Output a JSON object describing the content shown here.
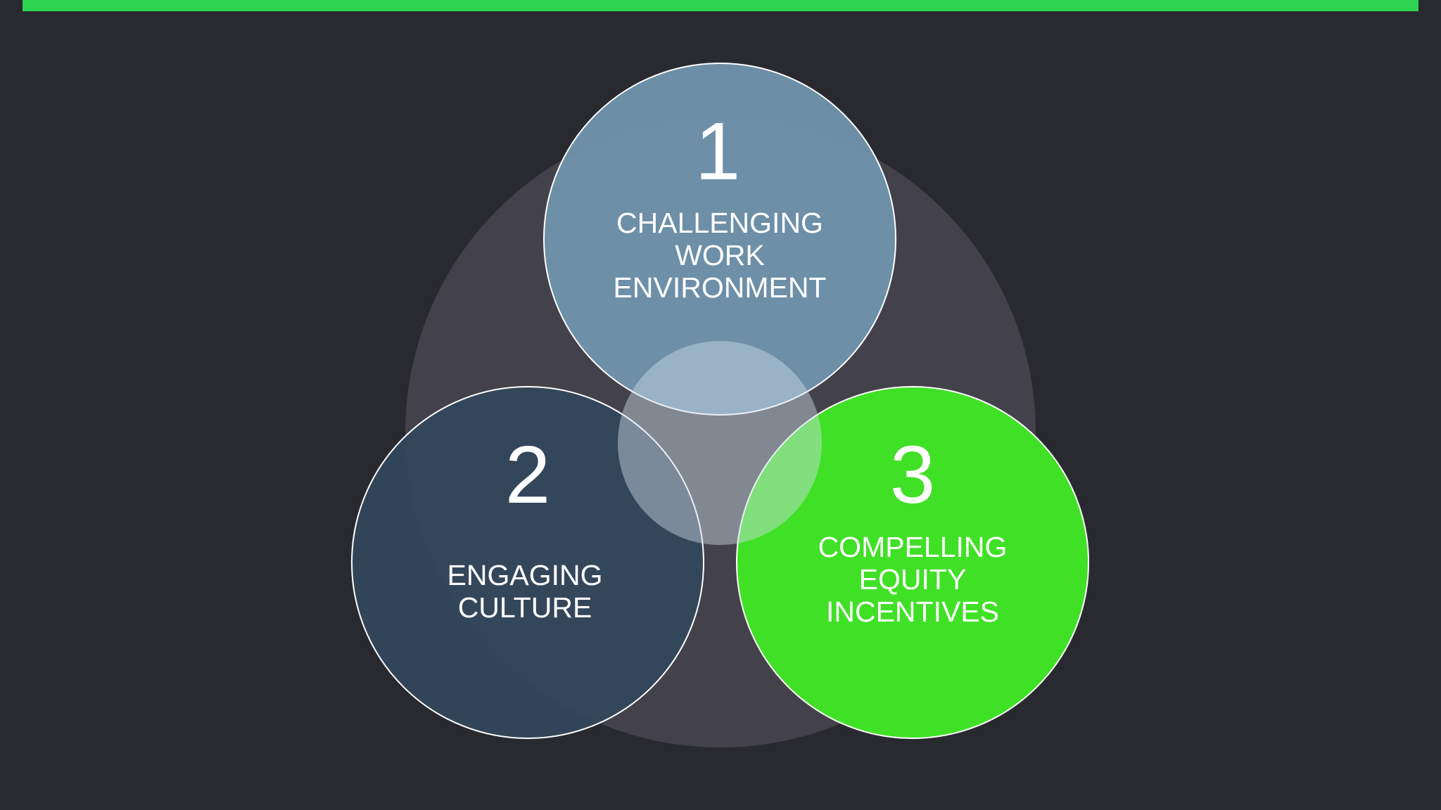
{
  "colors": {
    "background": "#292930",
    "accent_bar": "#2fd352",
    "backdrop_circle": "#43424a",
    "circle_1": "#7094ad",
    "circle_2": "#33475b",
    "circle_3": "#40e026",
    "center_circle": "#d0dde8",
    "outline": "#ffffff"
  },
  "circles": [
    {
      "number": "1",
      "label_lines": [
        "CHALLENGING",
        "WORK",
        "ENVIRONMENT"
      ]
    },
    {
      "number": "2",
      "label_lines": [
        "ENGAGING",
        "CULTURE"
      ]
    },
    {
      "number": "3",
      "label_lines": [
        "COMPELLING",
        "EQUITY",
        "INCENTIVES"
      ]
    }
  ]
}
